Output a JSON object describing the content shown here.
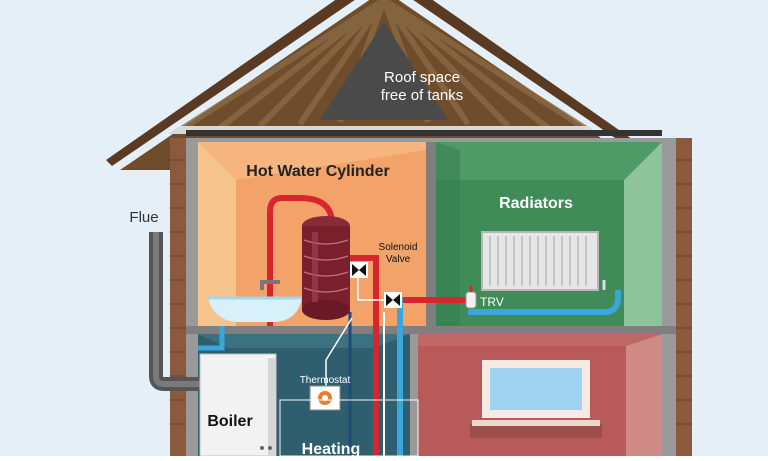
{
  "labels": {
    "roof_line1": "Roof space",
    "roof_line2": "free of tanks",
    "hot_water_cylinder": "Hot Water Cylinder",
    "radiators": "Radiators",
    "flue": "Flue",
    "solenoid_line1": "Solenoid",
    "solenoid_line2": "Valve",
    "trv": "TRV",
    "boiler": "Boiler",
    "thermostat": "Thermostat",
    "heating": "Heating"
  },
  "colors": {
    "sky": "#d6e6f4",
    "roof_tile": "#6e4c2c",
    "roof_space": "#4a4a4a",
    "wall_brick": "#8b5a3c",
    "hot_water_room": "#f3a36a",
    "radiator_room": "#3f8c58",
    "heating_room": "#2f5e6e",
    "living_room": "#b8595a",
    "hot_pipe": "#d8262e",
    "cold_pipe": "#3aa6de",
    "cylinder": "#7a1f2c"
  }
}
